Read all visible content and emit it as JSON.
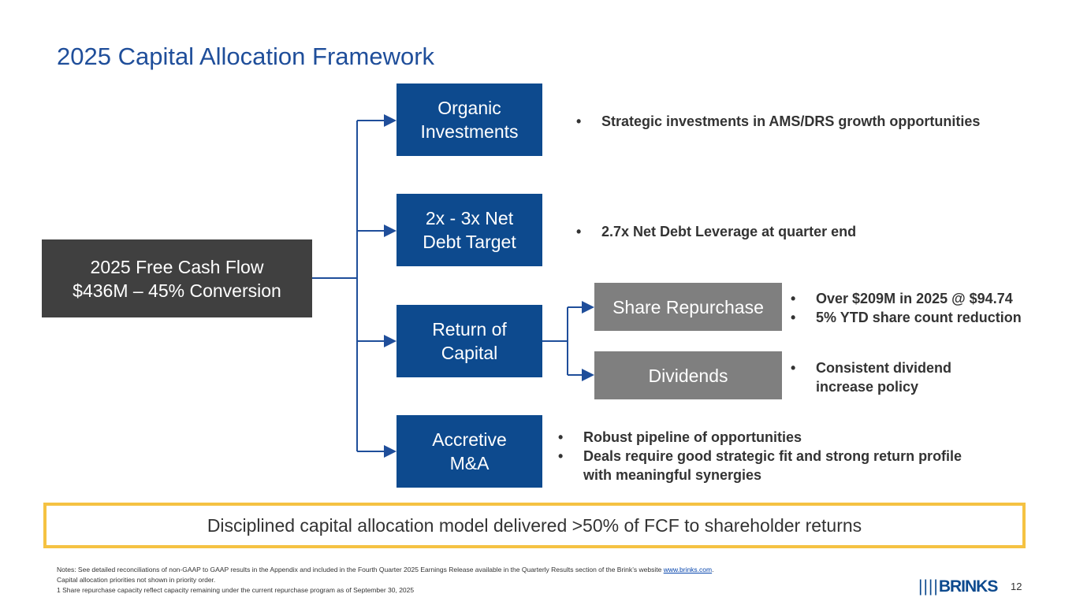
{
  "title": "2025 Capital Allocation Framework",
  "source": {
    "line1": "2025 Free Cash Flow",
    "line2": "$436M – 45% Conversion"
  },
  "branches": [
    {
      "label1": "Organic",
      "label2": "Investments",
      "bullets": [
        "Strategic investments in AMS/DRS growth opportunities"
      ]
    },
    {
      "label1": "2x - 3x Net",
      "label2": "Debt Target",
      "bullets": [
        "2.7x Net Debt Leverage at quarter end"
      ]
    },
    {
      "label1": "Return of",
      "label2": "Capital"
    },
    {
      "label1": "Accretive",
      "label2": "M&A",
      "bullets": [
        "Robust pipeline of opportunities",
        "Deals require good strategic fit and strong return profile with meaningful synergies"
      ]
    }
  ],
  "sub": [
    {
      "label": "Share Repurchase",
      "bullets": [
        "Over $209M in 2025 @ $94.74",
        "5% YTD share count reduction"
      ]
    },
    {
      "label": "Dividends",
      "bullets": [
        "Consistent dividend increase policy"
      ]
    }
  ],
  "bullet_char": "•",
  "callout": "Disciplined capital allocation model delivered >50% of FCF to shareholder returns",
  "notes": {
    "line1": "Notes: See detailed reconciliations of non-GAAP to GAAP results in the Appendix and included in the Fourth Quarter 2025 Earnings Release available in the Quarterly Results section of the Brink’s website ",
    "link": "www.brinks.com",
    "line1_end": ".",
    "line2": "Capital allocation priorities not shown in priority order.",
    "line3": "1 Share repurchase capacity reflect capacity remaining under the current repurchase program as of September 30, 2025"
  },
  "logo": "BRINKS",
  "page_number": "12",
  "colors": {
    "blue": "#0d4a8e",
    "dark": "#404040",
    "gray": "#7f7f7f",
    "callout_border": "#f5c242"
  }
}
